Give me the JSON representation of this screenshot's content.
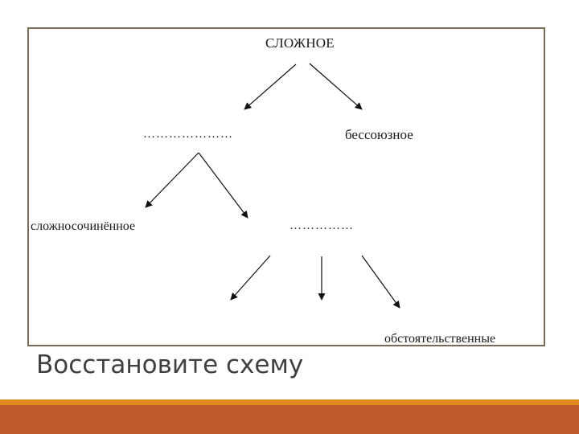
{
  "diagram": {
    "root": "СЛОЖНОЕ",
    "level2_left_placeholder": "…………………",
    "level2_right": "бессоюзное",
    "level3_left": "сложносочинённое",
    "level3_right_placeholder": "……………",
    "level4_right": "обстоятельственные",
    "border_color": "#7a6a56"
  },
  "caption": "Восстановите схему",
  "footer": {
    "accent_color": "#e08a1c",
    "bar_color": "#c05a2a"
  }
}
